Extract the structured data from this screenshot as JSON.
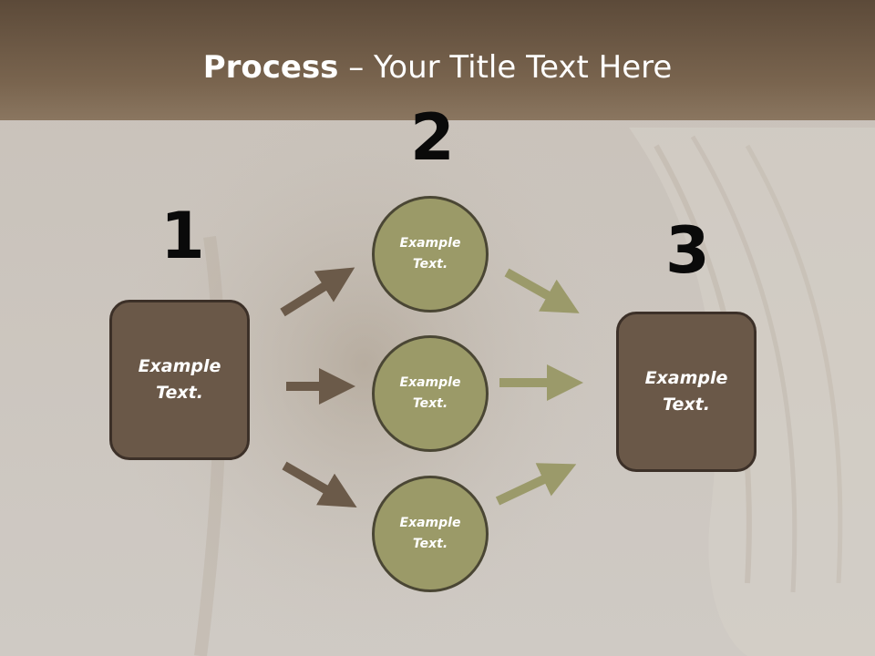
{
  "title": {
    "bold": "Process",
    "rest": " – Your Title Text Here"
  },
  "steps": [
    {
      "number": "1",
      "text": "Example Text."
    },
    {
      "number": "2",
      "text": "Example Text."
    },
    {
      "number": "3",
      "text": "Example Text."
    }
  ],
  "circles": [
    {
      "text": "Example Text."
    },
    {
      "text": "Example Text."
    },
    {
      "text": "Example Text."
    }
  ],
  "colors": {
    "box_fill": "#6a5848",
    "circle_fill": "#9b9a68",
    "arrow_brown": "#6b5a49",
    "arrow_olive": "#9b9a6a",
    "header_band": "#6e5a46"
  }
}
